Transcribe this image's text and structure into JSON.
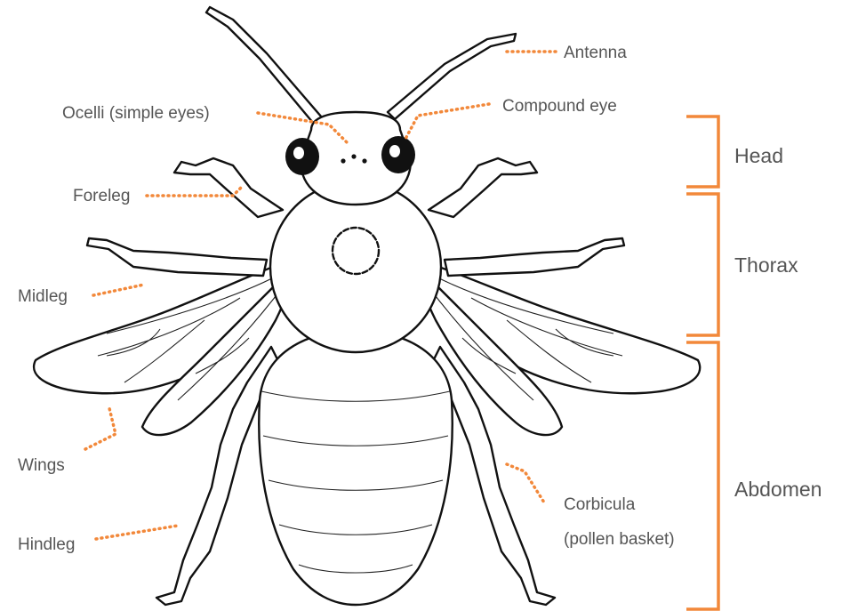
{
  "diagram": {
    "accent_color": "#f2883a",
    "ink_color": "#111111",
    "labels": {
      "antenna": "Antenna",
      "ocelli": "Ocelli (simple eyes)",
      "compound_eye": "Compound eye",
      "foreleg": "Foreleg",
      "midleg": "Midleg",
      "wings": "Wings",
      "hindleg": "Hindleg",
      "corbicula_line1": "Corbicula",
      "corbicula_line2": "(pollen basket)"
    },
    "sections": {
      "head": "Head",
      "thorax": "Thorax",
      "abdomen": "Abdomen"
    }
  }
}
